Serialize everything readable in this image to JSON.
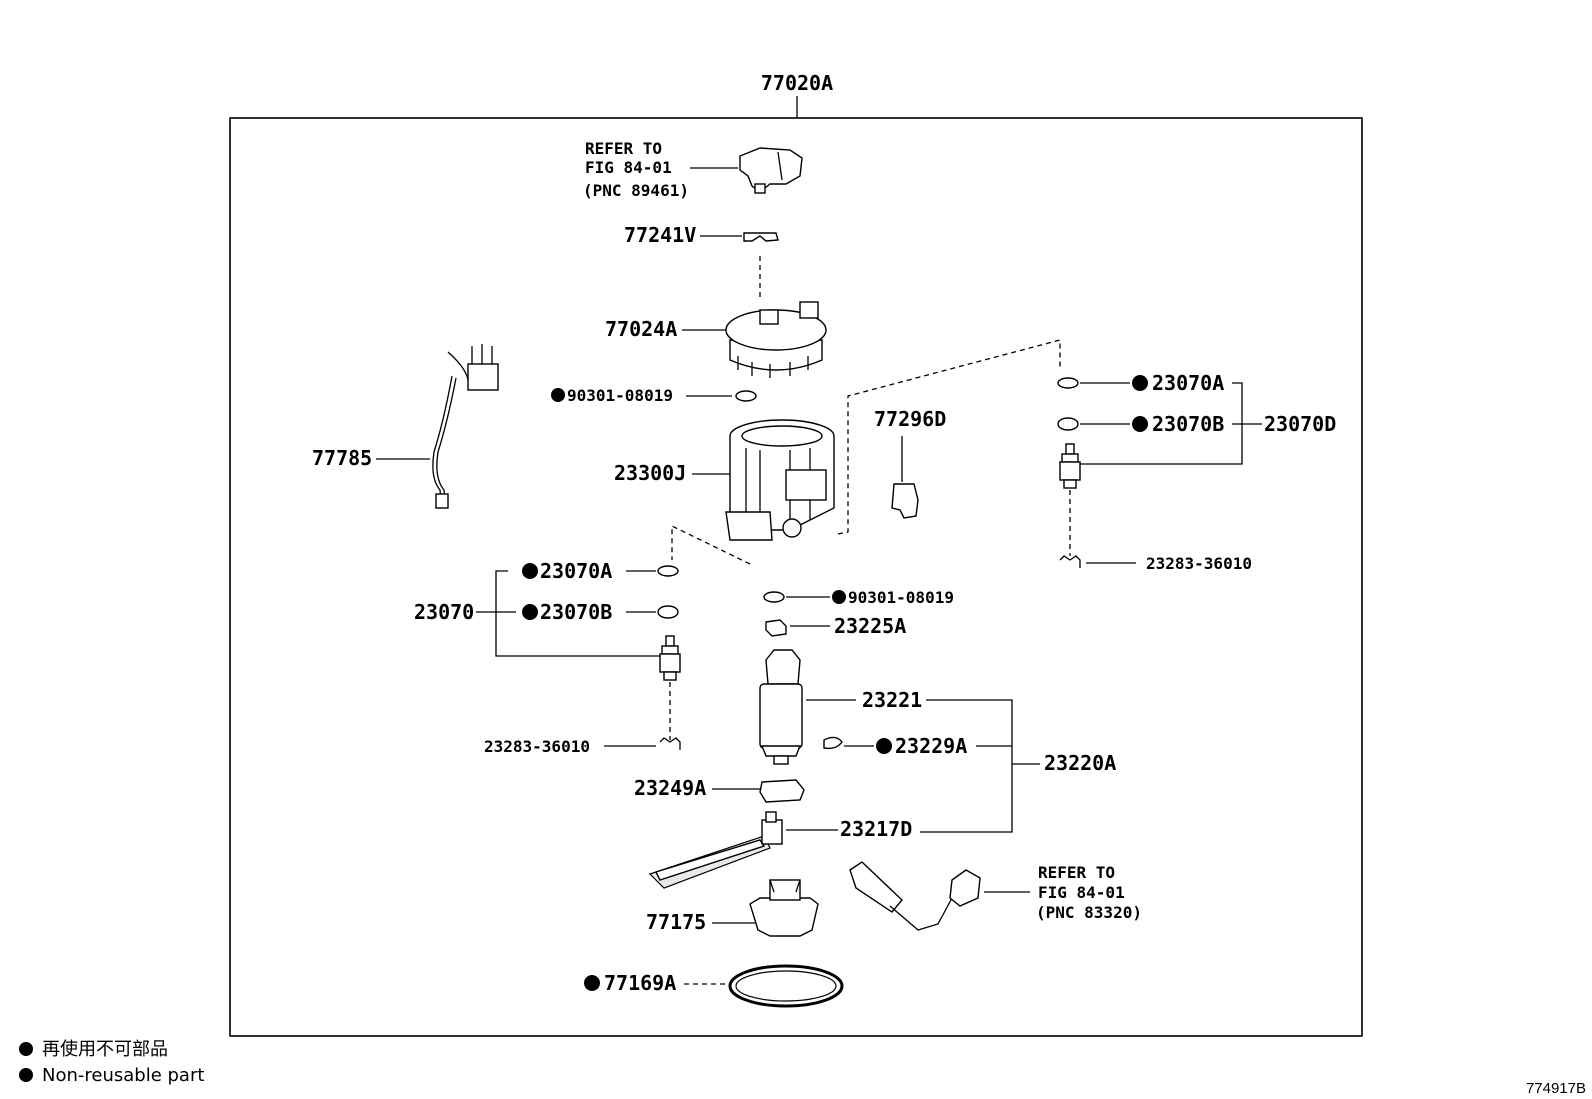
{
  "assembly": {
    "label": "77020A"
  },
  "refs": {
    "top": {
      "line1": "REFER TO",
      "line2": "FIG 84-01",
      "line3": "(PNC 89461)"
    },
    "bottom": {
      "line1": "REFER TO",
      "line2": "FIG 84-01",
      "line3": "(PNC 83320)"
    }
  },
  "labels": {
    "p77241V": "77241V",
    "p77024A": "77024A",
    "p90301_top": "90301-08019",
    "p77785": "77785",
    "p23300J": "23300J",
    "p77296D": "77296D",
    "p23070A_right": "23070A",
    "p23070B_right": "23070B",
    "p23070D": "23070D",
    "p23283_right": "23283-36010",
    "p23070A_left": "23070A",
    "p23070B_left": "23070B",
    "p23070": "23070",
    "p90301_mid": "90301-08019",
    "p23225A": "23225A",
    "p23221": "23221",
    "p23283_left": "23283-36010",
    "p23229A": "23229A",
    "p23220A": "23220A",
    "p23249A": "23249A",
    "p23217D": "23217D",
    "p77175": "77175",
    "p77169A": "77169A"
  },
  "legend": {
    "item1": "再使用不可部品",
    "item2": "Non-reusable part"
  },
  "figure_id": "774917B"
}
